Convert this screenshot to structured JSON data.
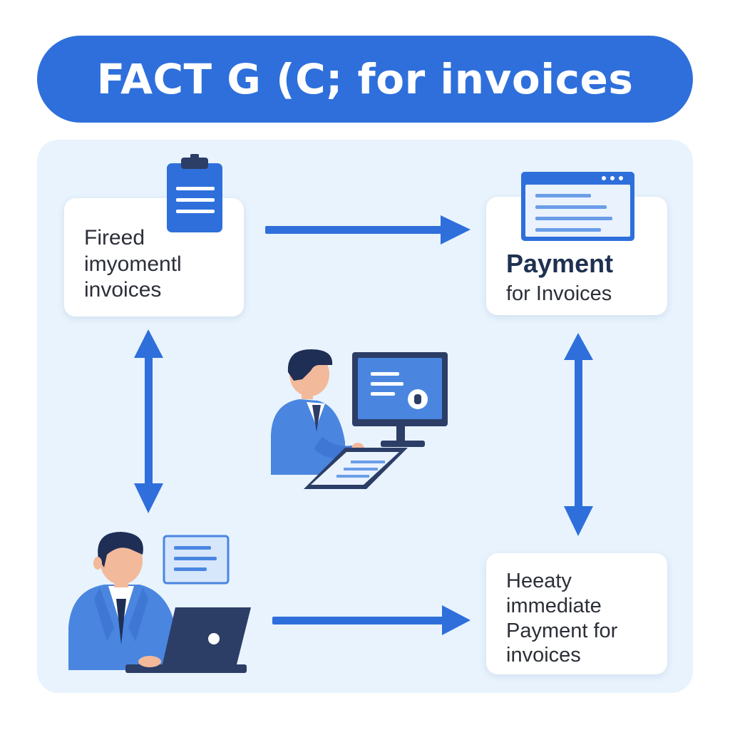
{
  "header": {
    "title": "FACT G (C; for invoices"
  },
  "cards": {
    "top_left": {
      "lines": [
        "Fireed",
        "imyomentl",
        "invoices"
      ]
    },
    "top_right": {
      "heading": "Payment",
      "subtitle": "for Invoices"
    },
    "bottom_right": {
      "lines": [
        "Heeaty",
        "immediate",
        "Payment for",
        "invoices"
      ]
    }
  },
  "icons": {
    "top_left_card": "clipboard-icon",
    "top_right_card": "browser-window-icon",
    "center": "person-at-desktop-computer-illustration",
    "bottom_left": "person-with-laptop-illustration",
    "bottom_left_note": "document-note-icon"
  },
  "colors": {
    "primary": "#2e6fdb",
    "panel_background": "#e8f3fd",
    "card_background": "#ffffff",
    "dark_text": "#1f3152",
    "illustration_light_blue": "#4a86e0",
    "illustration_navy": "#2c3e66"
  }
}
